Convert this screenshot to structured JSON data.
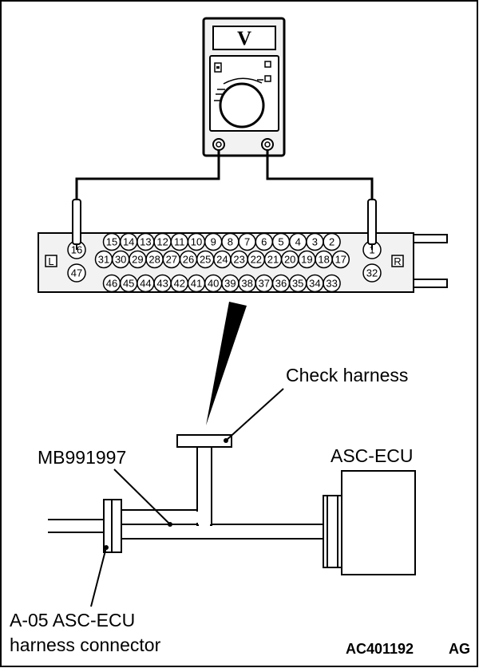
{
  "meter": {
    "display": "V"
  },
  "connector": {
    "side_left": "L",
    "side_right": "R",
    "left_pins": [
      "16",
      "47"
    ],
    "right_pins": [
      "1",
      "32"
    ],
    "row1": [
      "15",
      "14",
      "13",
      "12",
      "11",
      "10",
      "9",
      "8",
      "7",
      "6",
      "5",
      "4",
      "3",
      "2"
    ],
    "row2": [
      "31",
      "30",
      "29",
      "28",
      "27",
      "26",
      "25",
      "24",
      "23",
      "22",
      "21",
      "20",
      "19",
      "18",
      "17"
    ],
    "row3": [
      "46",
      "45",
      "44",
      "43",
      "42",
      "41",
      "40",
      "39",
      "38",
      "37",
      "36",
      "35",
      "34",
      "33"
    ]
  },
  "labels": {
    "check_harness": "Check harness",
    "tool": "MB991997",
    "ecu": "ASC-ECU",
    "connector_line1": "A-05 ASC-ECU",
    "connector_line2": "harness connector",
    "figure_id": "AC401192",
    "figure_suffix": "AG"
  },
  "colors": {
    "ink": "#000000",
    "paper": "#ffffff",
    "panel": "#f2f2f2"
  }
}
